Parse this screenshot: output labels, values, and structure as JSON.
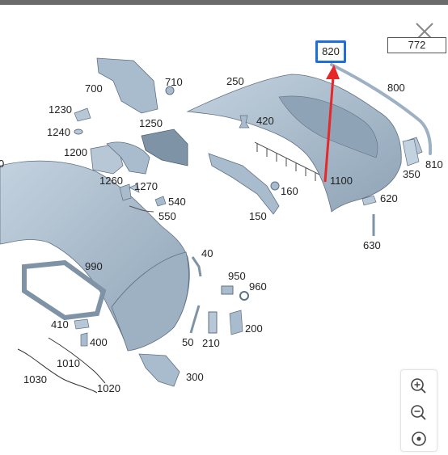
{
  "search": {
    "value": "772"
  },
  "highlight": {
    "value": "820"
  },
  "labels": [
    {
      "id": "l700",
      "text": "700"
    },
    {
      "id": "l710",
      "text": "710"
    },
    {
      "id": "l250",
      "text": "250"
    },
    {
      "id": "l800",
      "text": "800"
    },
    {
      "id": "l1230",
      "text": "1230"
    },
    {
      "id": "l420",
      "text": "420"
    },
    {
      "id": "l1240",
      "text": "1240"
    },
    {
      "id": "l1250",
      "text": "1250"
    },
    {
      "id": "l1200",
      "text": "1200"
    },
    {
      "id": "l810",
      "text": "810"
    },
    {
      "id": "l350",
      "text": "350"
    },
    {
      "id": "l1100",
      "text": "1100"
    },
    {
      "id": "l1260",
      "text": "1260"
    },
    {
      "id": "l1270",
      "text": "1270"
    },
    {
      "id": "l160",
      "text": "160"
    },
    {
      "id": "l540",
      "text": "540"
    },
    {
      "id": "l620",
      "text": "620"
    },
    {
      "id": "l550",
      "text": "550"
    },
    {
      "id": "l150",
      "text": "150"
    },
    {
      "id": "l630",
      "text": "630"
    },
    {
      "id": "l40",
      "text": "40"
    },
    {
      "id": "l990",
      "text": "990"
    },
    {
      "id": "l950",
      "text": "950"
    },
    {
      "id": "l960",
      "text": "960"
    },
    {
      "id": "l410",
      "text": "410"
    },
    {
      "id": "l200",
      "text": "200"
    },
    {
      "id": "l400",
      "text": "400"
    },
    {
      "id": "l50",
      "text": "50"
    },
    {
      "id": "l210",
      "text": "210"
    },
    {
      "id": "l1010",
      "text": "1010"
    },
    {
      "id": "l300",
      "text": "300"
    },
    {
      "id": "l1030",
      "text": "1030"
    },
    {
      "id": "l1020",
      "text": "1020"
    },
    {
      "id": "l0",
      "text": "0"
    }
  ],
  "colors": {
    "part_fill": "#a9bccd",
    "part_dark": "#7f93a6",
    "part_stroke": "#5e7184",
    "arrow": "#e62828",
    "highlight_border": "#1e6fd9"
  },
  "icons": {
    "close": "close-icon",
    "zoom_in": "zoom-in-icon",
    "zoom_out": "zoom-out-icon",
    "reset": "reset-view-icon"
  }
}
